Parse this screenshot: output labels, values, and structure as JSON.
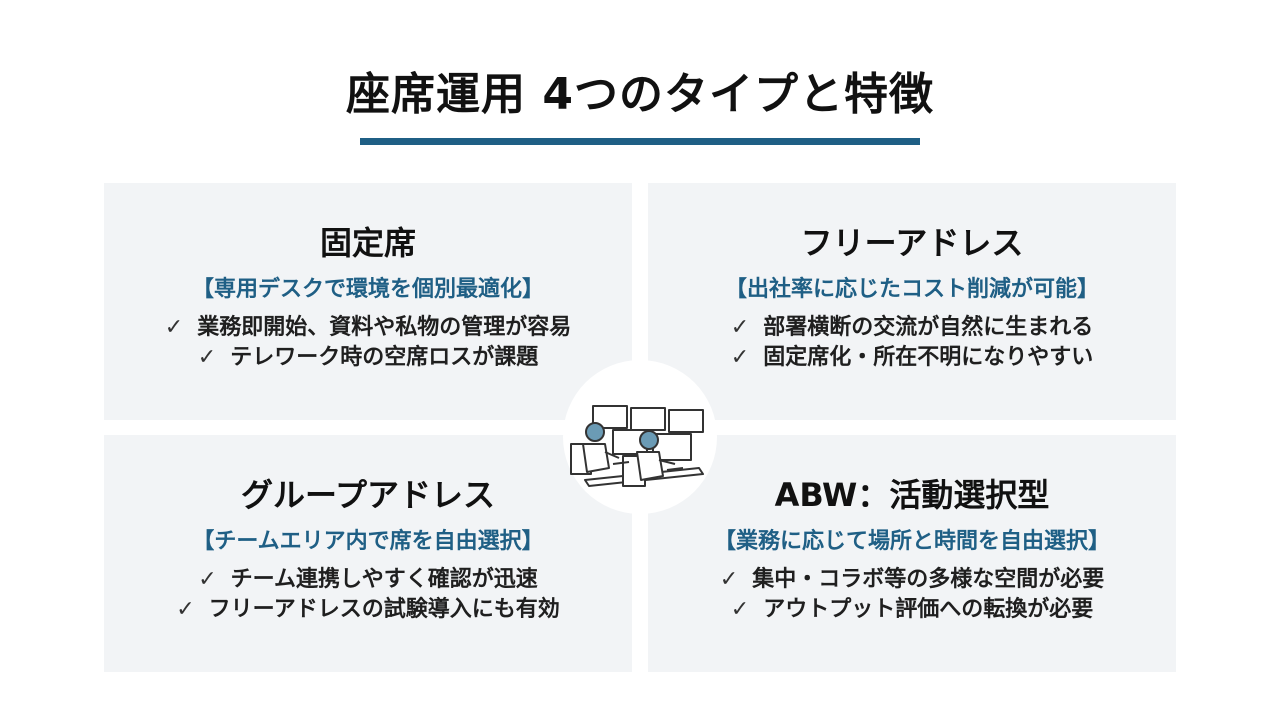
{
  "title": "座席運用 4つのタイプと特徴",
  "check_mark": "✓",
  "cards": [
    {
      "title": "固定席",
      "subtitle": "【専用デスクで環境を個別最適化】",
      "points": [
        "業務即開始、資料や私物の管理が容易",
        "テレワーク時の空席ロスが課題"
      ]
    },
    {
      "title": "フリーアドレス",
      "subtitle": "【出社率に応じたコスト削減が可能】",
      "points": [
        "部署横断の交流が自然に生まれる",
        "固定席化・所在不明になりやすい"
      ]
    },
    {
      "title": "グループアドレス",
      "subtitle": "【チームエリア内で席を自由選択】",
      "points": [
        "チーム連携しやすく確認が迅速",
        "フリーアドレスの試験導入にも有効"
      ]
    },
    {
      "title": "ABW：活動選択型",
      "subtitle": "【業務に応じて場所と時間を自由選択】",
      "points": [
        "集中・コラボ等の多様な空間が必要",
        "アウトプット評価への転換が必要"
      ]
    }
  ],
  "colors": {
    "accent": "#1f5f85",
    "card_background": "#f2f4f6",
    "text": "#111111"
  },
  "center_illustration": "office-workers-illustration"
}
